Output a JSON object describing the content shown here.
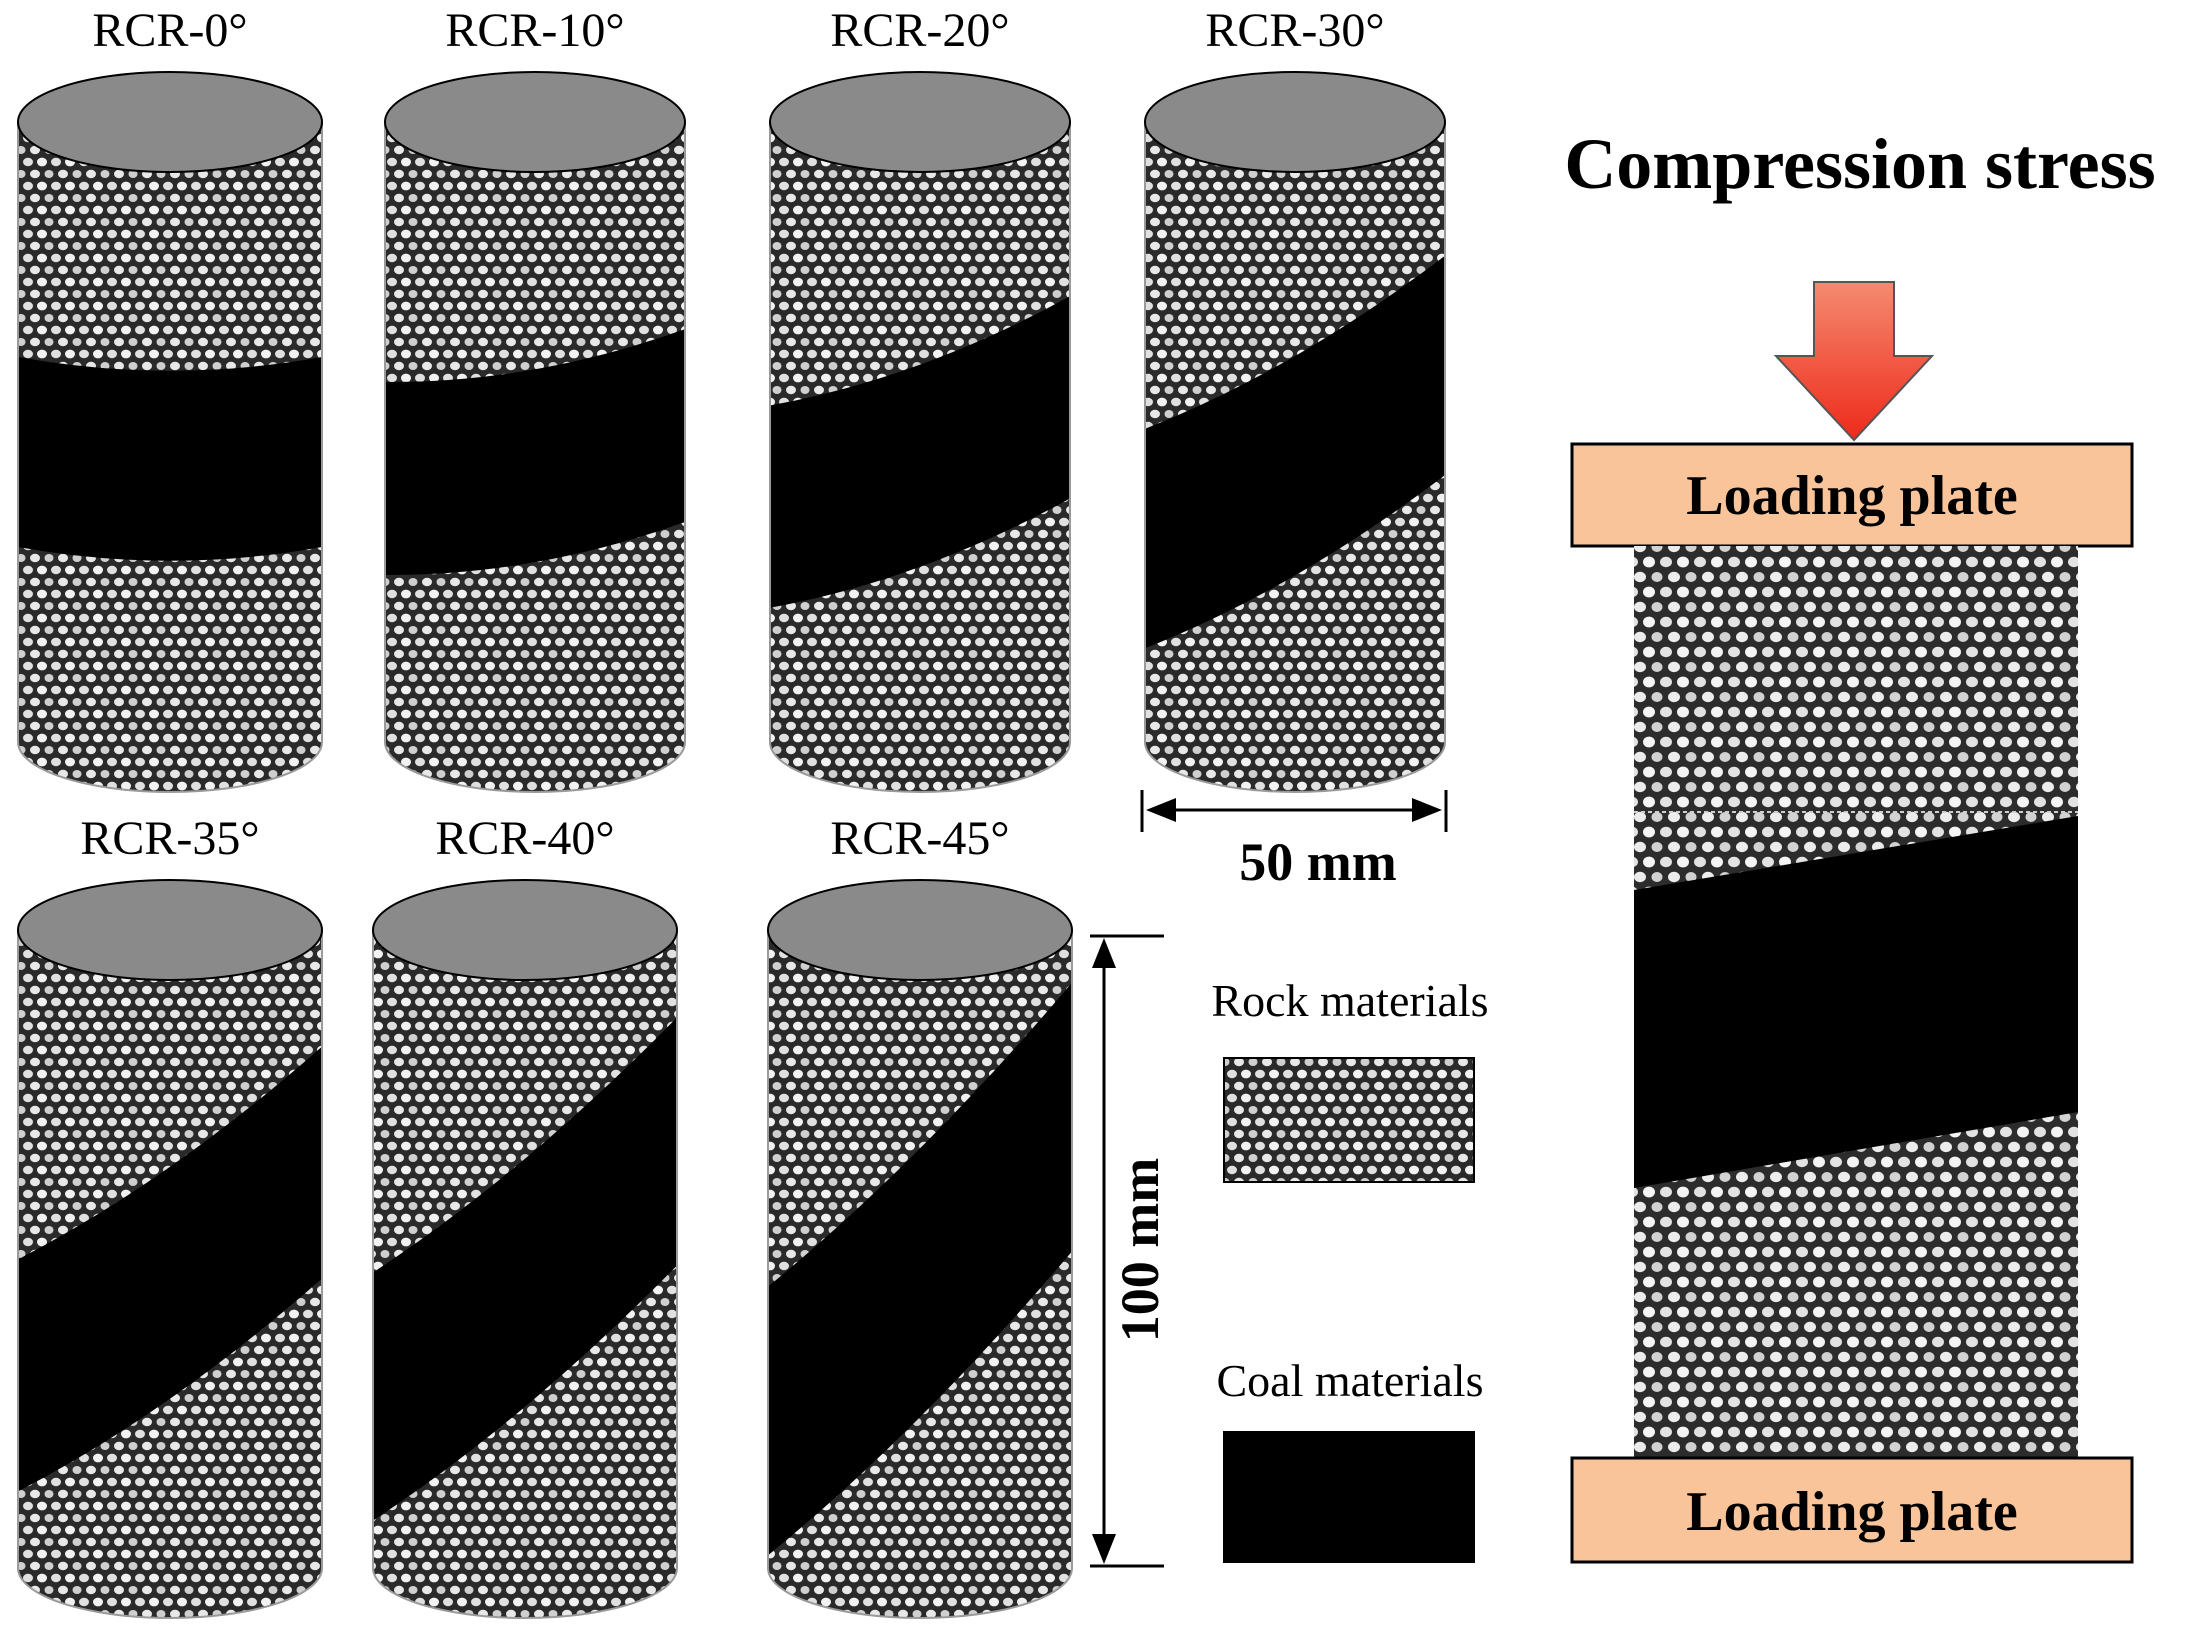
{
  "specimens": [
    {
      "label": "RCR-0°",
      "angle_deg": 0
    },
    {
      "label": "RCR-10°",
      "angle_deg": 10
    },
    {
      "label": "RCR-20°",
      "angle_deg": 20
    },
    {
      "label": "RCR-30°",
      "angle_deg": 30
    },
    {
      "label": "RCR-35°",
      "angle_deg": 35
    },
    {
      "label": "RCR-40°",
      "angle_deg": 40
    },
    {
      "label": "RCR-45°",
      "angle_deg": 45
    }
  ],
  "dimensions": {
    "width_label": "50 mm",
    "height_label": "100 mm"
  },
  "legend": {
    "rock_label": "Rock materials",
    "coal_label": "Coal materials"
  },
  "loading": {
    "title": "Compression stress",
    "top_plate": "Loading plate",
    "bottom_plate": "Loading plate"
  },
  "colors": {
    "rock_background": "#2a2a2a",
    "rock_grain": "#e8e8e8",
    "coal": "#000000",
    "cylinder_top": "#8a8a8a",
    "plate_fill": "#f9c49a",
    "arrow_fill": "#f04a3a"
  }
}
